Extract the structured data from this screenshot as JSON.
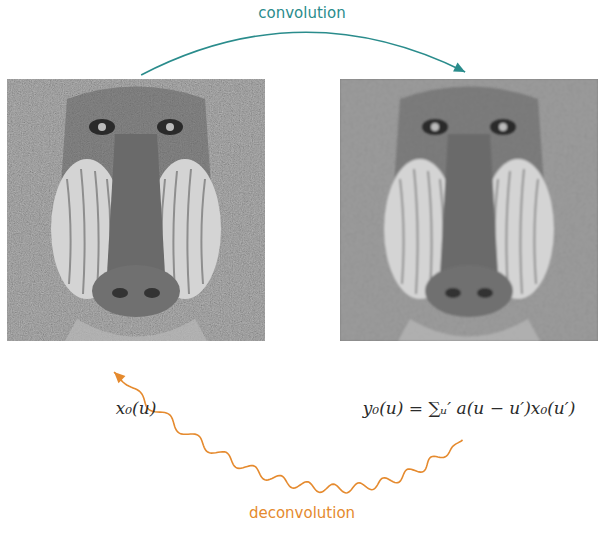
{
  "diagram": {
    "nodes": [
      {
        "text": [
          "x₀(u)"
        ]
      },
      {
        "text": [
          "y₀(u) = ∑ᵤ′ a(u − u′)x₀(u′)"
        ]
      }
    ],
    "edges": [
      {
        "from": 0,
        "to": 1,
        "label": "convolution",
        "arrow": "to"
      },
      {
        "from": 1,
        "to": 0,
        "label": "deconvolution",
        "arrow": "to"
      }
    ]
  }
}
